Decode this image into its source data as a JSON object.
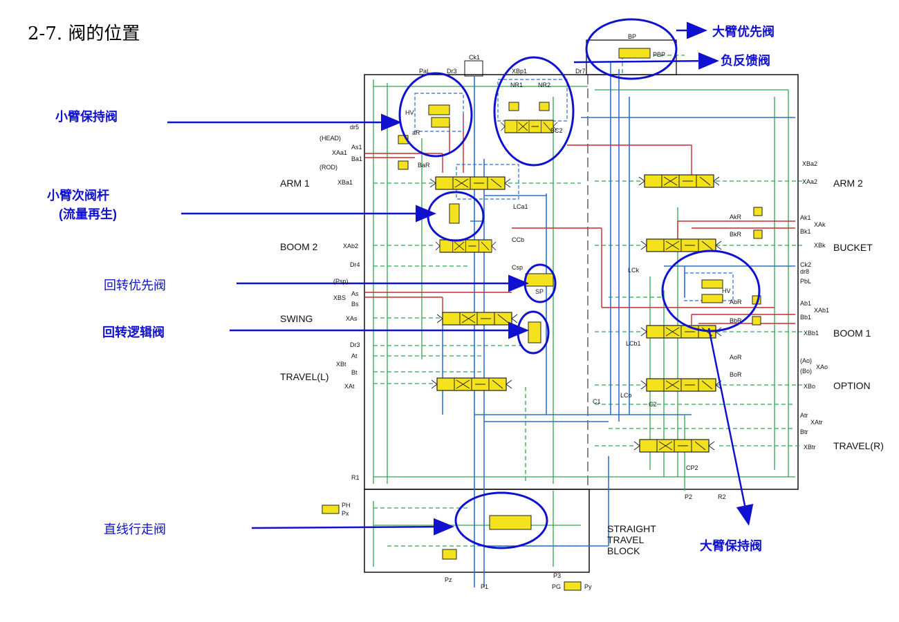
{
  "title": "2-7. 阀的位置",
  "colors": {
    "callout": "#1010d0",
    "green": "#2fa84f",
    "blue": "#2f6fd0",
    "red": "#cc2a2a",
    "valve": "#f3e21c"
  },
  "callouts": {
    "boom_priority": "大臂优先阀",
    "neg_feedback": "负反馈阀",
    "arm_holding": "小臂保持阀",
    "arm_sub_spool": "小臂次阀杆",
    "arm_sub_spool_2": "(流量再生)",
    "swing_priority": "回转优先阀",
    "swing_logic": "回转逻辑阀",
    "straight_travel": "直线行走阀",
    "boom_holding": "大臂保持阀"
  },
  "sections": {
    "arm1": "ARM 1",
    "boom2": "BOOM 2",
    "swing": "SWING",
    "travel_l": "TRAVEL(L)",
    "arm2": "ARM 2",
    "bucket": "BUCKET",
    "boom1": "BOOM 1",
    "option": "OPTION",
    "travel_r": "TRAVEL(R)",
    "stb1": "STRAIGHT",
    "stb2": "TRAVEL",
    "stb3": "BLOCK"
  },
  "ports": {
    "pal": "PaL",
    "dr3": "Dr3",
    "ck1": "Ck1",
    "xbp1": "XBp1",
    "nr1": "NR1",
    "nr2": "NR2",
    "bp": "BP",
    "pbp": "PBP",
    "dr7": "Dr7",
    "hv": "HV",
    "dr5": "dr5",
    "head": "(HEAD)",
    "as1": "As1",
    "xaa1": "XAa1",
    "ba1": "Ba1",
    "rod": "(ROD)",
    "bar": "BaR",
    "ar": "aR",
    "xba1": "XBa1",
    "bc2": "BC2",
    "lca1": "LCa1",
    "ccb": "CCb",
    "csp": "Csp",
    "xab2": "XAb2",
    "dr4": "Dr4",
    "psp": "(Psp)",
    "as": "As",
    "xbs": "XBS",
    "bs": "Bs",
    "xas": "XAs",
    "sp": "SP",
    "dr3b": "Dr3",
    "at": "At",
    "xbt": "XBt",
    "bt": "Bt",
    "xat": "XAt",
    "r1": "R1",
    "ph": "PH",
    "px": "Px",
    "pz": "Pz",
    "p1": "P1",
    "p3": "P3",
    "pg": "PG",
    "py": "Py",
    "xba2": "XBa2",
    "xaa2": "XAa2",
    "akr": "AkR",
    "ak1": "Ak1",
    "xak": "XAk",
    "bkr": "BkR",
    "bk1": "Bk1",
    "xbk": "XBk",
    "ck2": "Ck2",
    "dr8": "dr8",
    "pbl": "PbL",
    "hv2": "HV",
    "abr": "AbR",
    "ab1": "Ab1",
    "xab1": "XAb1",
    "bb1": "Bb1",
    "bbr": "BbR",
    "xbb1": "XBb1",
    "lck": "LCk",
    "lcb1": "LCb1",
    "aor": "AoR",
    "ao": "(Ao)",
    "xao": "XAo",
    "bo": "(Bo)",
    "bor": "BoR",
    "xbo": "XBo",
    "lco": "LCo",
    "c1": "C1",
    "c2": "C2",
    "atr": "Atr",
    "xatr": "XAtr",
    "btr": "Btr",
    "xbtr": "XBtr",
    "cp2": "CP2",
    "p2": "P2",
    "r2": "R2"
  }
}
